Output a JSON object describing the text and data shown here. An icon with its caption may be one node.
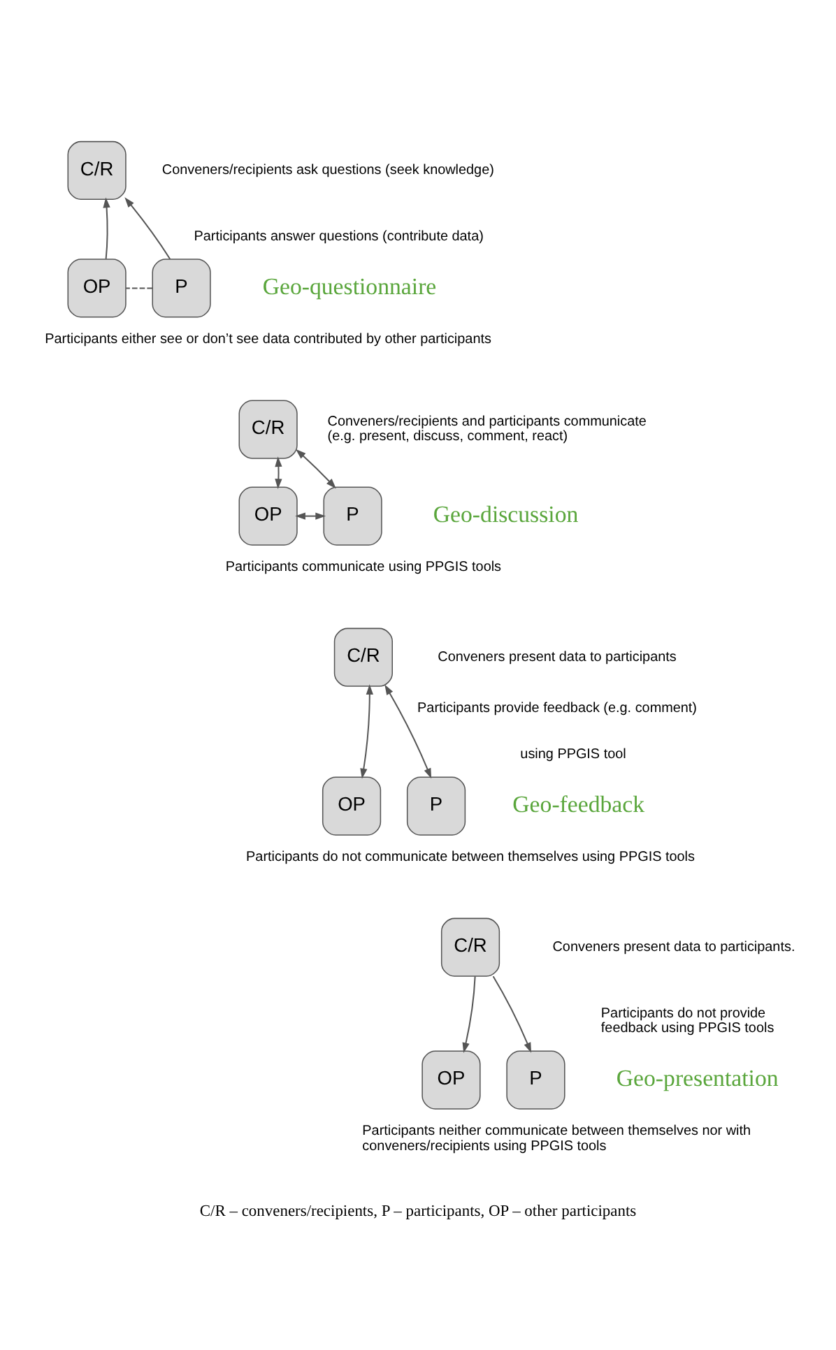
{
  "diagram": {
    "caption": "C/R – conveners/recipients, P – participants, OP – other participants",
    "nodes": [
      {
        "text": [
          "C/R"
        ]
      },
      {
        "text": [
          "P"
        ]
      },
      {
        "text": [
          "OP"
        ]
      },
      {
        "text": [
          "C/R"
        ]
      },
      {
        "text": [
          "P"
        ]
      },
      {
        "text": [
          "OP"
        ]
      },
      {
        "text": [
          "C/R"
        ]
      },
      {
        "text": [
          "P"
        ]
      },
      {
        "text": [
          "OP"
        ]
      },
      {
        "text": [
          "C/R"
        ]
      },
      {
        "text": [
          "P"
        ]
      },
      {
        "text": [
          "OP"
        ]
      }
    ],
    "edges": [
      {
        "from": 1,
        "to": 0,
        "arrow": "to"
      },
      {
        "from": 2,
        "to": 0,
        "arrow": "to"
      },
      {
        "from": 1,
        "to": 2,
        "arrow": "none",
        "style": "dashed"
      },
      {
        "from": 3,
        "to": 4,
        "arrow": "both"
      },
      {
        "from": 3,
        "to": 5,
        "arrow": "both"
      },
      {
        "from": 4,
        "to": 5,
        "arrow": "both"
      },
      {
        "from": 6,
        "to": 7,
        "arrow": "both"
      },
      {
        "from": 6,
        "to": 8,
        "arrow": "both"
      },
      {
        "from": 9,
        "to": 10,
        "arrow": "to"
      },
      {
        "from": 9,
        "to": 11,
        "arrow": "to"
      }
    ],
    "labels": [
      "Conveners/recipients ask questions (seek knowledge)",
      "Participants answer questions (contribute data)",
      "Geo-questionnaire",
      "Participants either see or don’t see data contributed by other participants",
      "Conveners/recipients and participants communicate (e.g. present, discuss, comment, react)",
      "Geo-discussion",
      "Participants communicate using PPGIS tools",
      "Conveners present data to participants",
      "Participants provide feedback (e.g. comment)",
      "using PPGIS tool",
      "Geo-feedback",
      "Participants do not communicate between themselves using PPGIS tools",
      "Conveners present data to participants.",
      "Participants do not provide feedback using PPGIS tools",
      "Geo-presentation",
      "Participants neither communicate between themselves nor with conveners/recipients using PPGIS tools"
    ]
  }
}
